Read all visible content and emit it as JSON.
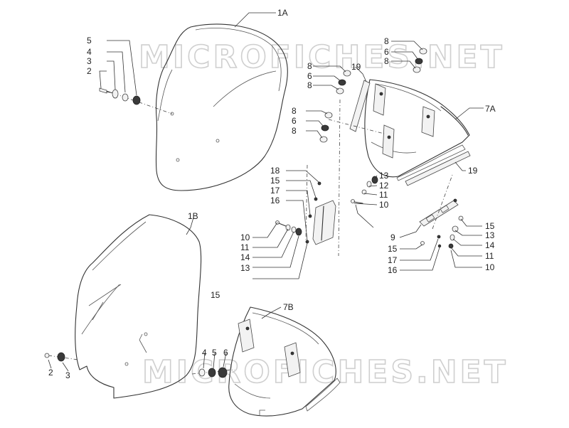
{
  "diagram": {
    "watermark": "MICROFICHES.NET",
    "callouts": {
      "c1A": "1A",
      "c1B": "1B",
      "c7A": "7A",
      "c7B": "7B",
      "c2": "2",
      "c3": "3",
      "c4": "4",
      "c5": "5",
      "c6": "6",
      "c8": "8",
      "c9": "9",
      "c10": "10",
      "c11": "11",
      "c12": "12",
      "c13": "13",
      "c14": "14",
      "c15": "15",
      "c16": "16",
      "c17": "17",
      "c18": "18",
      "c19": "19"
    }
  }
}
